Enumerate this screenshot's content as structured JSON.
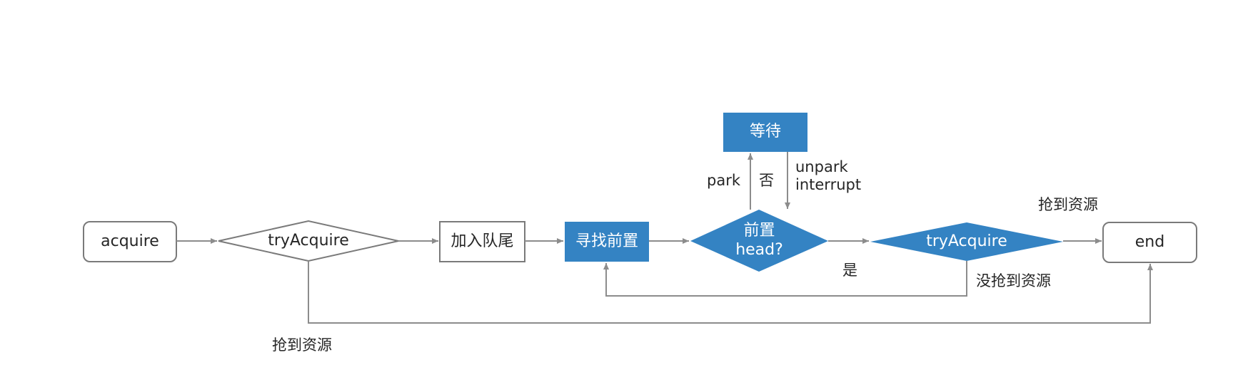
{
  "colors": {
    "blue_fill": "#3483c3",
    "line": "#8c8c8c",
    "outline": "#7a7a7a",
    "text_dark": "#262626",
    "text_light": "#ffffff"
  },
  "nodes": {
    "acquire": "acquire",
    "try_acquire_1": "tryAcquire",
    "enqueue": "加入队尾",
    "find_prev": "寻找前置",
    "prev_is_head": "前置\nhead?",
    "wait": "等待",
    "try_acquire_2": "tryAcquire",
    "end": "end"
  },
  "edge_labels": {
    "park": "park",
    "no": "否",
    "unpark_interrupt": "unpark\ninterrupt",
    "yes": "是",
    "got_resource_top": "抢到资源",
    "not_got_resource": "没抢到资源",
    "got_resource_bottom": "抢到资源"
  }
}
